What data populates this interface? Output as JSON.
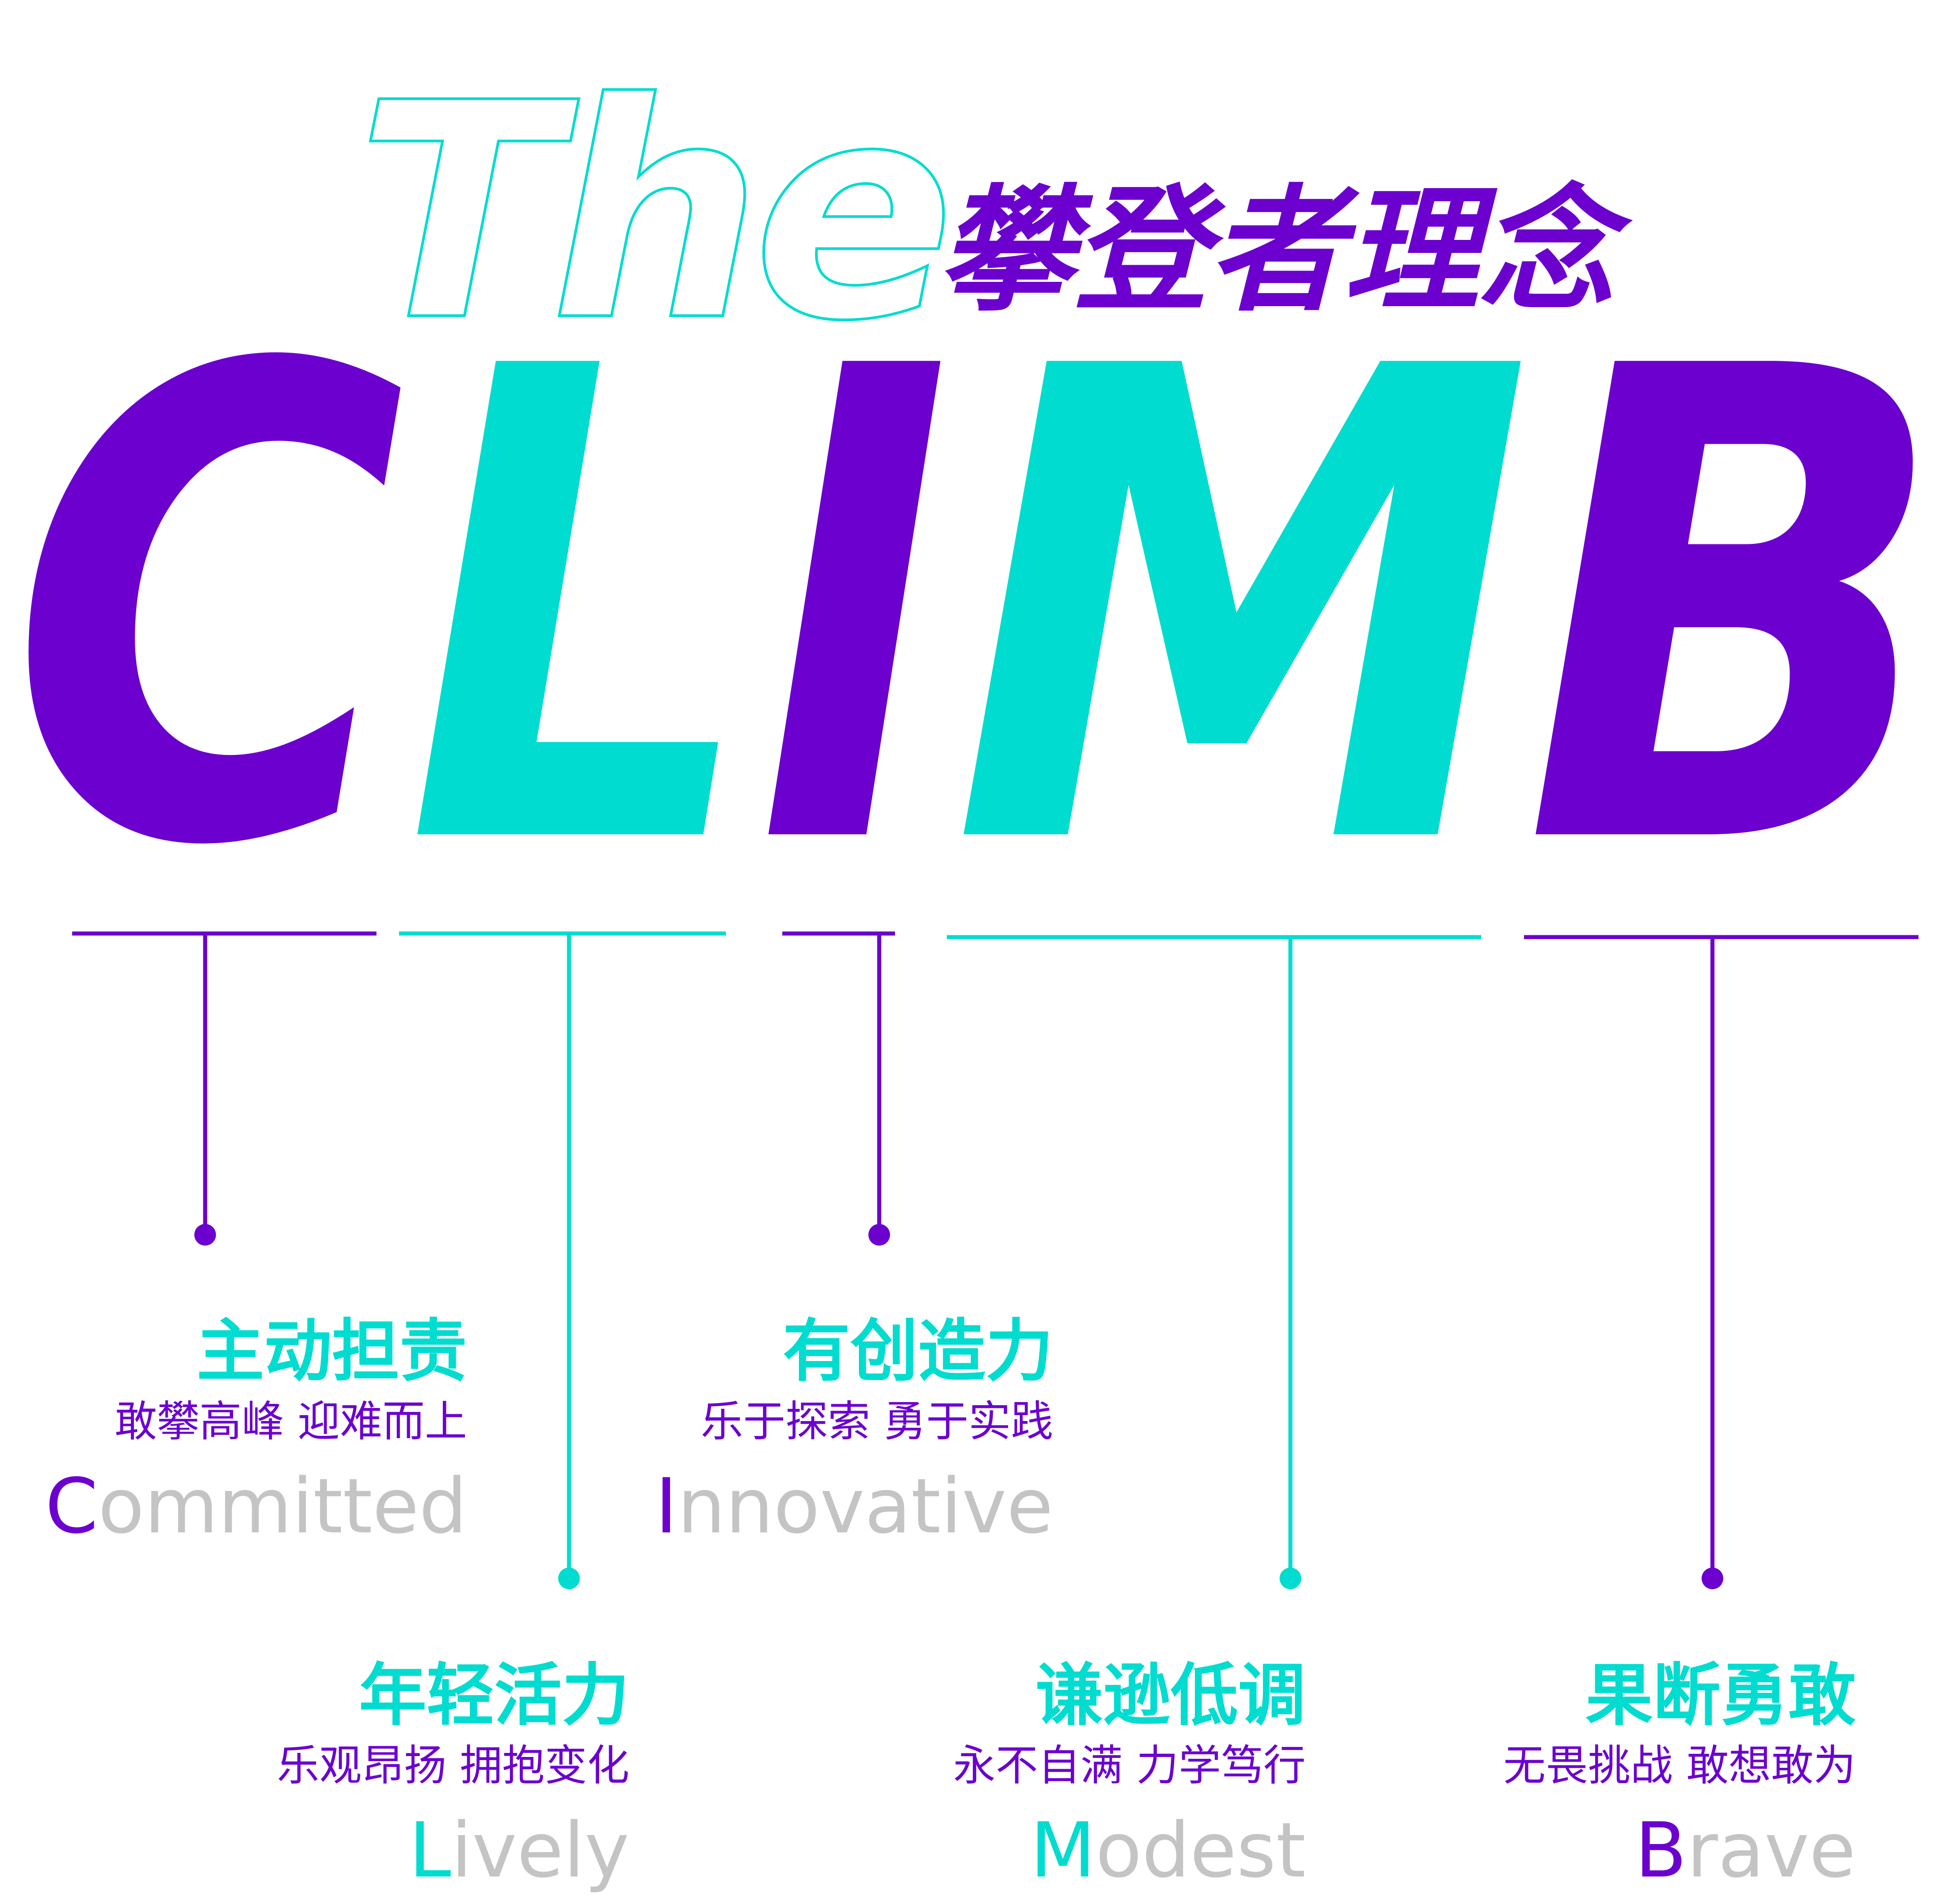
{
  "header": {
    "the_word": "The",
    "chinese_title": "攀登者理念",
    "climb_letters": [
      "C",
      "L",
      "I",
      "M",
      "B"
    ]
  },
  "colors": {
    "purple": "#6b00cf",
    "teal": "#00dccf",
    "grey": "#c4c4c4",
    "background": "#ffffff"
  },
  "values": [
    {
      "key": "c",
      "title": "主动担责",
      "subtitle": "敢攀高峰 迎难而上",
      "initial": "C",
      "rest": "ommitted"
    },
    {
      "key": "l",
      "title": "年轻活力",
      "subtitle": "乐观昂扬 拥抱变化",
      "initial": "L",
      "rest": "ively"
    },
    {
      "key": "i",
      "title": "有创造力",
      "subtitle": "乐于探索 勇于实践",
      "initial": "I",
      "rest": "nnovative"
    },
    {
      "key": "m",
      "title": "谦逊低调",
      "subtitle": "永不自满 力学笃行",
      "initial": "M",
      "rest": "odest"
    },
    {
      "key": "b",
      "title": "果断勇敢",
      "subtitle": "无畏挑战 敢想敢为",
      "initial": "B",
      "rest": "rave"
    }
  ]
}
